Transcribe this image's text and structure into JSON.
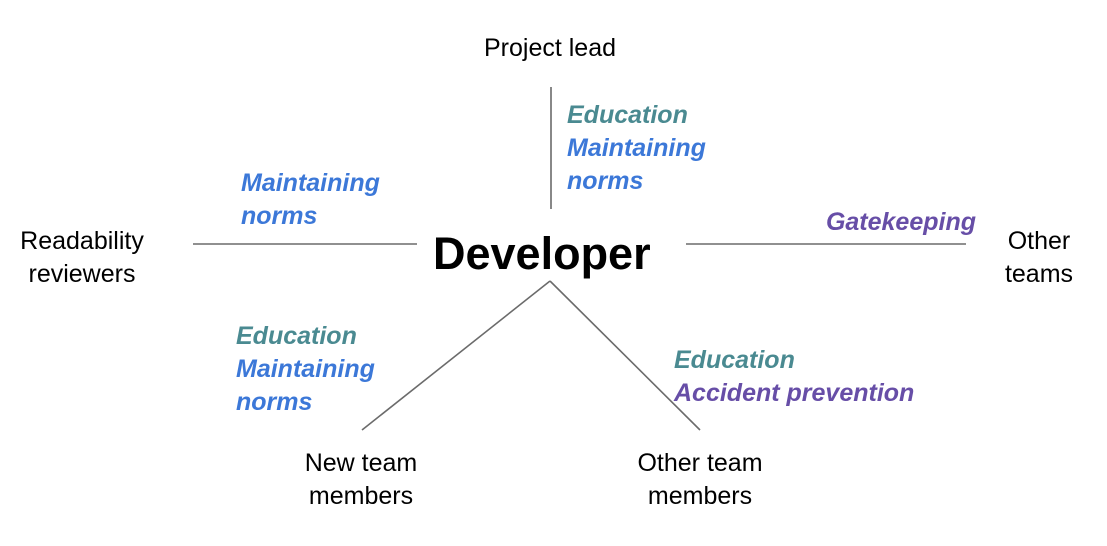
{
  "colors": {
    "education": "#4a8a91",
    "maintaining_norms": "#3c78d8",
    "gatekeeping": "#674ea7",
    "accident_prevention": "#674ea7",
    "connector": "#6b6b6b",
    "text": "#000000"
  },
  "center": {
    "label": "Developer"
  },
  "nodes": {
    "project_lead": "Project lead",
    "readability_reviewers": "Readability\nreviewers",
    "other_teams": "Other\nteams",
    "new_team_members": "New team\nmembers",
    "other_team_members": "Other team\nmembers"
  },
  "relations": {
    "project_lead": [
      "Education",
      "Maintaining\nnorms"
    ],
    "readability_reviewers": [
      "Maintaining\nnorms"
    ],
    "other_teams": [
      "Gatekeeping"
    ],
    "new_team_members": [
      "Education",
      "Maintaining\nnorms"
    ],
    "other_team_members": [
      "Education",
      "Accident prevention"
    ]
  }
}
